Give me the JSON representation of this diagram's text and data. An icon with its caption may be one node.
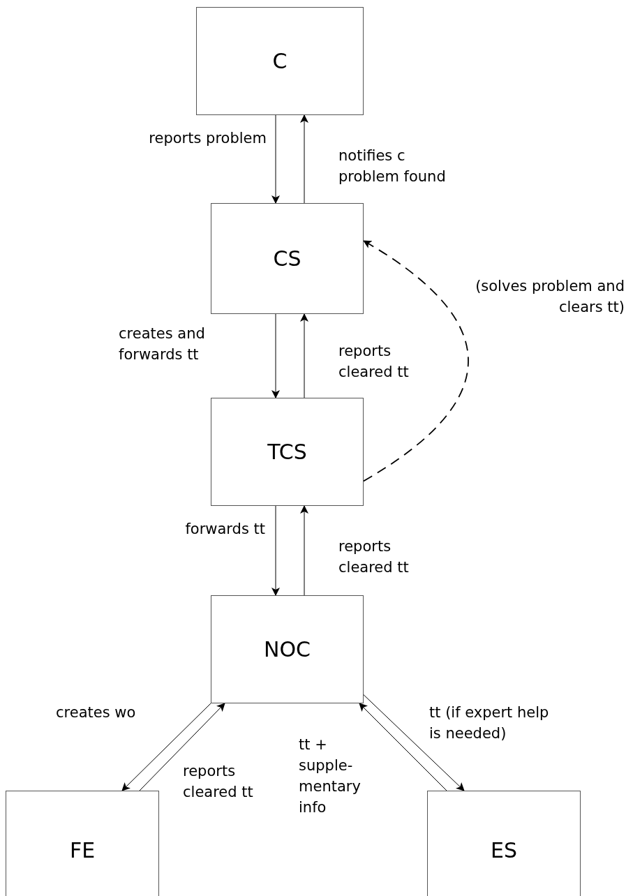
{
  "diagram": {
    "nodes": [
      {
        "text": [
          "C"
        ]
      },
      {
        "text": [
          "CS"
        ]
      },
      {
        "text": [
          "TCS"
        ]
      },
      {
        "text": [
          "NOC"
        ]
      },
      {
        "text": [
          "FE"
        ]
      },
      {
        "text": [
          "ES"
        ]
      }
    ],
    "edges": [
      {
        "from": 0,
        "to": 1,
        "arrow": "to",
        "label": "reports problem"
      },
      {
        "from": 1,
        "to": 0,
        "arrow": "to",
        "label": "notifies c problem found"
      },
      {
        "from": 1,
        "to": 2,
        "arrow": "to",
        "label": "creates and forwards tt"
      },
      {
        "from": 2,
        "to": 1,
        "arrow": "to",
        "label": "reports cleared tt"
      },
      {
        "from": 2,
        "to": 1,
        "arrow": "to",
        "label": "(solves problem and clears tt)",
        "style": "dashed"
      },
      {
        "from": 2,
        "to": 3,
        "arrow": "to",
        "label": "forwards tt"
      },
      {
        "from": 3,
        "to": 2,
        "arrow": "to",
        "label": "reports cleared tt"
      },
      {
        "from": 3,
        "to": 4,
        "arrow": "to",
        "label": "creates wo"
      },
      {
        "from": 4,
        "to": 3,
        "arrow": "to",
        "label": "reports cleared tt"
      },
      {
        "from": 5,
        "to": 3,
        "arrow": "to",
        "label": "tt + supple-mentary info"
      },
      {
        "from": 3,
        "to": 5,
        "arrow": "to",
        "label": "tt (if expert help is needed)"
      }
    ]
  }
}
